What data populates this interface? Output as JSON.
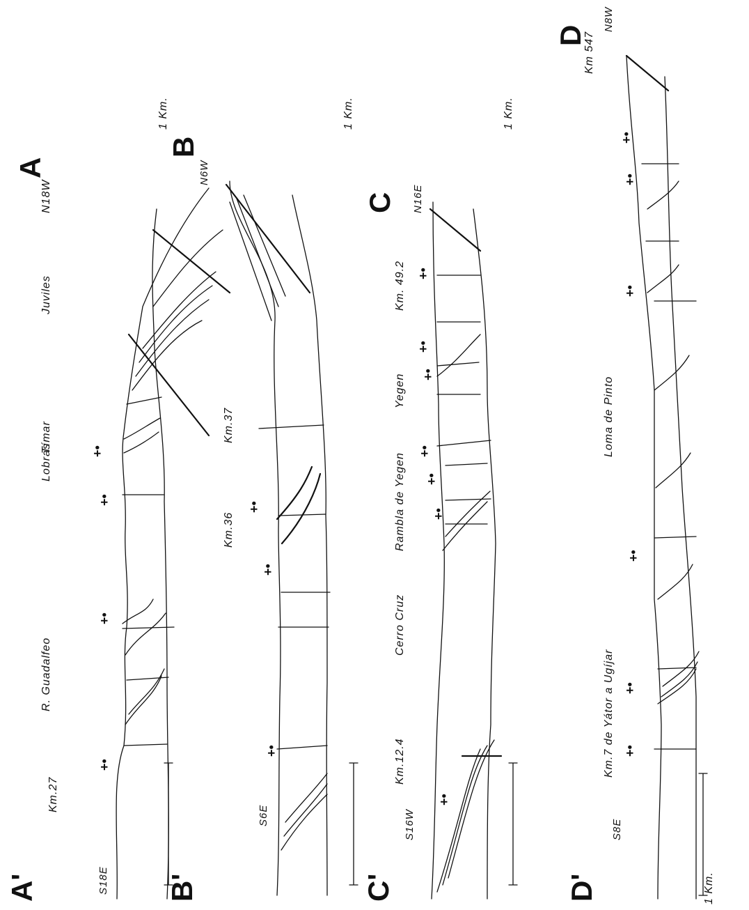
{
  "sections": [
    {
      "id": "A",
      "start_letter": "A'",
      "end_letter": "A",
      "start_orientation": "S18E",
      "end_orientation": "N18W",
      "places": [
        "Km.27",
        "R. Guadalfeo",
        "Lobras",
        "Tímar",
        "Juviles"
      ],
      "scale": "1 Km."
    },
    {
      "id": "B",
      "start_letter": "B'",
      "end_letter": "B",
      "start_orientation": "S6E",
      "end_orientation": "N6W",
      "places": [
        "Km.36",
        "Km.37"
      ],
      "scale": "1 Km."
    },
    {
      "id": "C",
      "start_letter": "C'",
      "end_letter": "C",
      "start_orientation": "S16W",
      "end_orientation": "N16E",
      "places": [
        "Km.12.4",
        "Cerro Cruz",
        "Rambla de Yegen",
        "Yegen",
        "Km. 49.2"
      ],
      "scale": "1 Km."
    },
    {
      "id": "D",
      "start_letter": "D'",
      "end_letter": "D",
      "start_orientation": "S8E",
      "end_orientation": "N8W",
      "places": [
        "Km.7 de Yátor a Ugíjar",
        "Loma de Pinto",
        "Km 547"
      ],
      "scale": "1 Km."
    }
  ],
  "colors": {
    "ink": "#111111",
    "paper": "#ffffff"
  },
  "well_symbol": "+•"
}
